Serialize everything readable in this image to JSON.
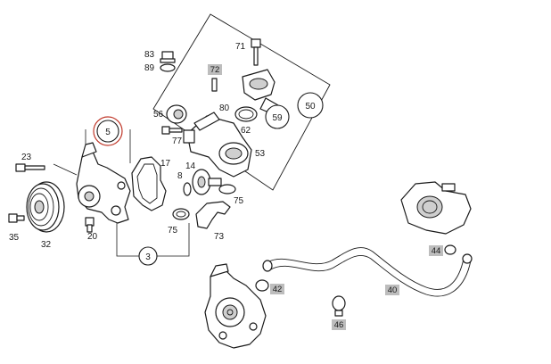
{
  "labels": {
    "l83": "83",
    "l89": "89",
    "l71": "71",
    "l72": "72",
    "l50": "50",
    "l59": "59",
    "l56": "56",
    "l80": "80",
    "l62": "62",
    "l77": "77",
    "l53": "53",
    "l5": "5",
    "l17": "17",
    "l14": "14",
    "l8": "8",
    "l75a": "75",
    "l75b": "75",
    "l73": "73",
    "l23": "23",
    "l35": "35",
    "l32": "32",
    "l20": "20",
    "l3": "3",
    "l44": "44",
    "l42": "42",
    "l40": "40",
    "l46": "46"
  },
  "colors": {
    "highlight_circle": "#c0392b",
    "tag_fill": "#bdbdbd",
    "line": "#1a1a1a"
  }
}
